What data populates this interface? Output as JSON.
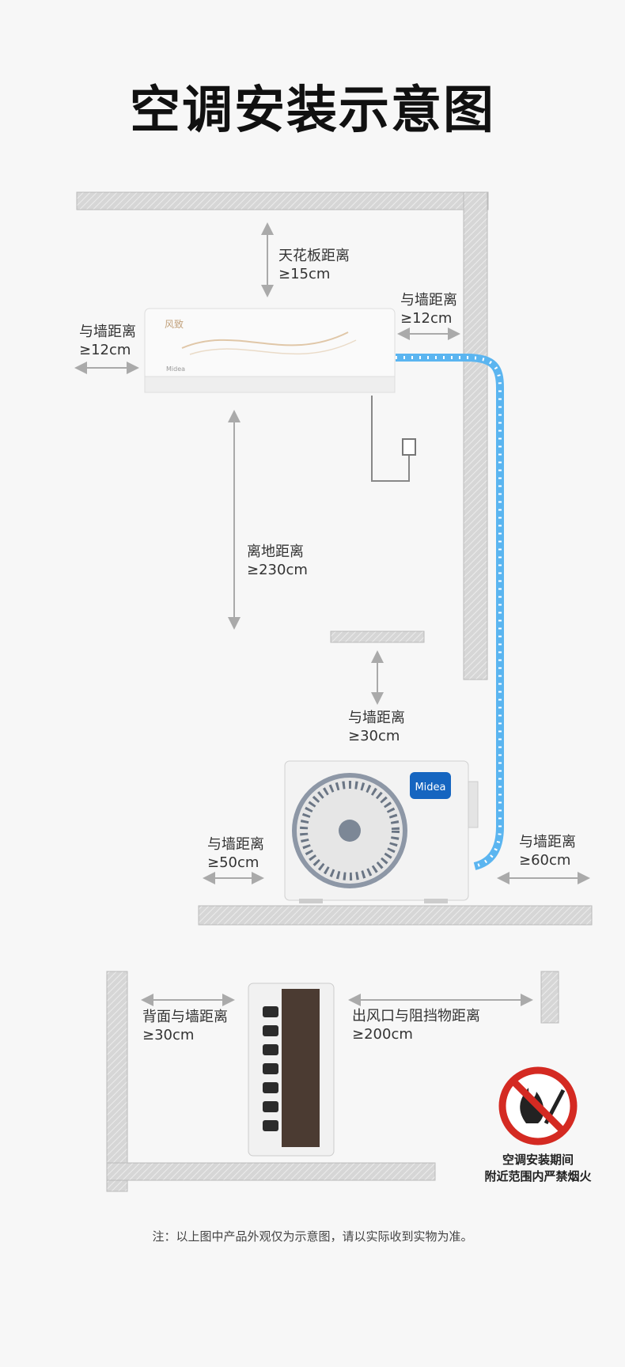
{
  "title": "空调安装示意图",
  "labels": {
    "ceiling": {
      "line1": "天花板距离",
      "line2": "≥15cm"
    },
    "indoor_left": {
      "line1": "与墙距离",
      "line2": "≥12cm"
    },
    "indoor_right": {
      "line1": "与墙距离",
      "line2": "≥12cm"
    },
    "floor": {
      "line1": "离地距离",
      "line2": "≥230cm"
    },
    "outdoor_top": {
      "line1": "与墙距离",
      "line2": "≥30cm"
    },
    "outdoor_left": {
      "line1": "与墙距离",
      "line2": "≥50cm"
    },
    "outdoor_right": {
      "line1": "与墙距离",
      "line2": "≥60cm"
    },
    "back": {
      "line1": "背面与墙距离",
      "line2": "≥30cm"
    },
    "outlet": {
      "line1": "出风口与阻挡物距离",
      "line2": "≥200cm"
    }
  },
  "indoor_unit": {
    "brand_text": "风致",
    "logo_text": "Midea"
  },
  "outdoor_unit": {
    "logo_text": "Midea"
  },
  "warning": {
    "line1": "空调安装期间",
    "line2": "附近范围内严禁烟火"
  },
  "note": "注：以上图中产品外观仅为示意图，请以实际收到实物为准。",
  "colors": {
    "pipe": "#5bb5f0",
    "wall": "#c9c9c9",
    "arrow": "#aaaaaa",
    "logo_blue": "#1565c0",
    "warning_red": "#d42a22"
  }
}
